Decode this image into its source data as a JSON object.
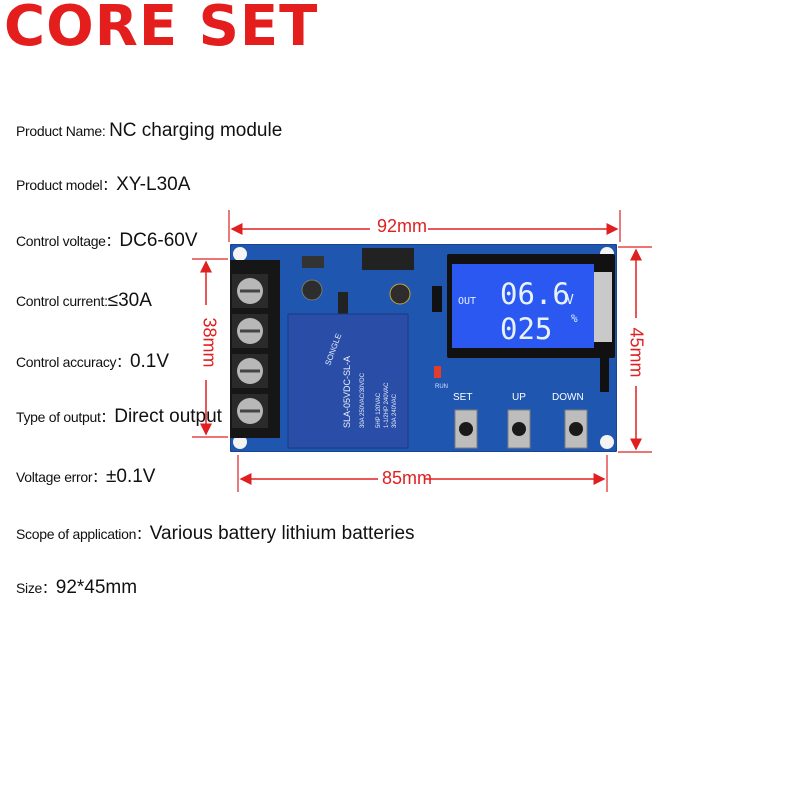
{
  "brand": {
    "text": "CORE SET",
    "color": "#e41d1d"
  },
  "specs": [
    {
      "label": "Product Name",
      "sep": ": ",
      "value": "NC charging module"
    },
    {
      "label": "Product model：",
      "sep": "：",
      "value": "XY-L30A"
    },
    {
      "label": "Control voltage",
      "sep": "：",
      "value": "DC6-60V"
    },
    {
      "label": "Control current:",
      "sep": "",
      "value": "≤30A"
    },
    {
      "label": "Control accuracy",
      "sep": "：",
      "value": "0.1V"
    },
    {
      "label": "Type of output",
      "sep": "：",
      "value": "Direct output"
    },
    {
      "label": "Voltage error",
      "sep": "：",
      "value": "±0.1V"
    },
    {
      "label": "Scope of application",
      "sep": "：",
      "value": "Various battery lithium batteries"
    },
    {
      "label": "Size",
      "sep": "：",
      "value": "92*45mm"
    }
  ],
  "dimensions": {
    "width_total": "92mm",
    "width_holes": "85mm",
    "height_total": "45mm",
    "height_terminal": "38mm",
    "color": "#e02020"
  },
  "module": {
    "lcd": {
      "out_label": "OUT",
      "voltage": "06.6",
      "voltage_unit": "V",
      "percent": "025",
      "percent_unit": "%"
    },
    "relay": {
      "brand": "SONGLE",
      "model": "SLA-05VDC-SL-A",
      "ratings": [
        "30A 250VAC/30VDC",
        "5HP 120VAC",
        "1-1/2HP 240VAC",
        "30A 240VAC"
      ]
    },
    "buttons": [
      {
        "label": "SET"
      },
      {
        "label": "UP"
      },
      {
        "label": "DOWN"
      }
    ],
    "run_label": "RUN",
    "pcb_color": "#1e56b0"
  }
}
